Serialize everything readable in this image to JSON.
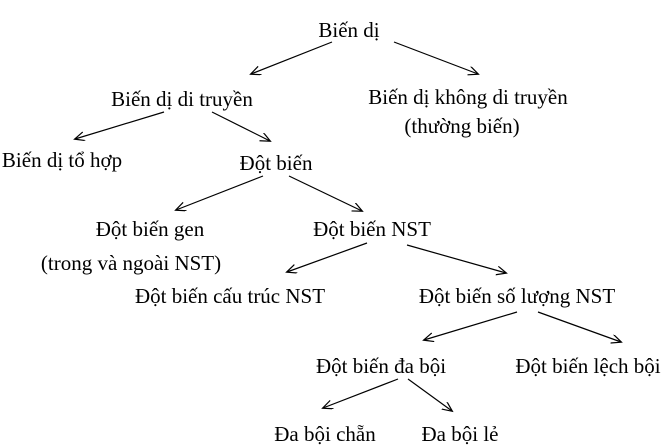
{
  "colors": {
    "background": "#ffffff",
    "text": "#000000",
    "line": "#000000"
  },
  "diagram": {
    "nodes": {
      "root": {
        "label": "Biến dị"
      },
      "heritable": {
        "label": "Biến dị di truyền"
      },
      "non_heritable": {
        "label": "Biến dị không di truyền",
        "sublabel": "(thường biến)"
      },
      "combination": {
        "label": "Biến dị tổ hợp"
      },
      "mutation": {
        "label": "Đột biến"
      },
      "gene_mutation": {
        "label": "Đột biến gen",
        "sublabel": "(trong và ngoài NST)"
      },
      "chromosome_mutation": {
        "label": "Đột biến NST"
      },
      "structure_mutation": {
        "label": "Đột biến cấu trúc NST"
      },
      "number_mutation": {
        "label": "Đột biến số lượng NST"
      },
      "polyploidy": {
        "label": "Đột biến đa bội"
      },
      "aneuploidy": {
        "label": "Đột biến lệch bội"
      },
      "even_polyploidy": {
        "label": "Đa bội chẵn"
      },
      "odd_polyploidy": {
        "label": "Đa bội lẻ"
      }
    },
    "edges": [
      {
        "from": "root",
        "to": "heritable"
      },
      {
        "from": "root",
        "to": "non_heritable"
      },
      {
        "from": "heritable",
        "to": "combination"
      },
      {
        "from": "heritable",
        "to": "mutation"
      },
      {
        "from": "mutation",
        "to": "gene_mutation"
      },
      {
        "from": "mutation",
        "to": "chromosome_mutation"
      },
      {
        "from": "chromosome_mutation",
        "to": "structure_mutation"
      },
      {
        "from": "chromosome_mutation",
        "to": "number_mutation"
      },
      {
        "from": "number_mutation",
        "to": "polyploidy"
      },
      {
        "from": "number_mutation",
        "to": "aneuploidy"
      },
      {
        "from": "polyploidy",
        "to": "even_polyploidy"
      },
      {
        "from": "polyploidy",
        "to": "odd_polyploidy"
      }
    ]
  }
}
